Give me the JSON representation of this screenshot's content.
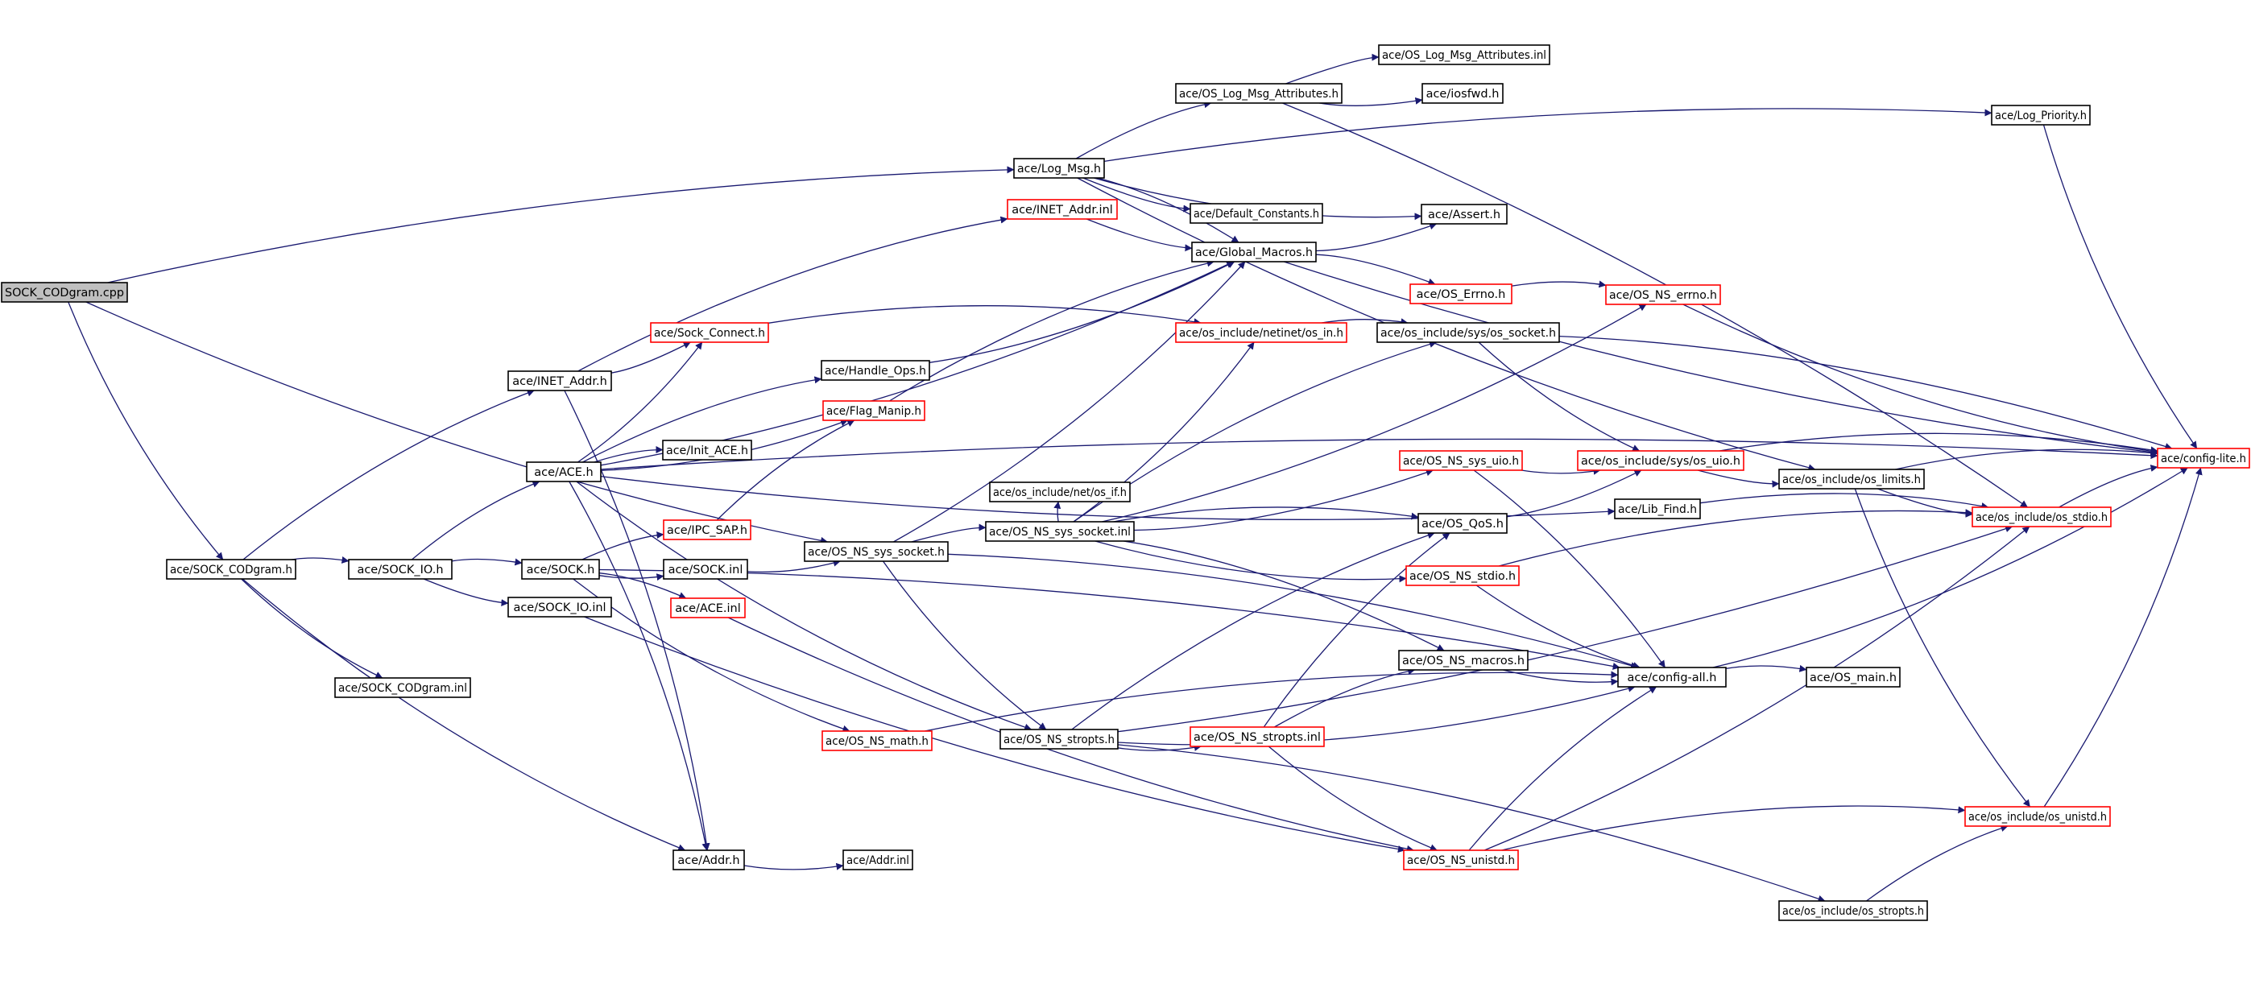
{
  "diagram": {
    "title": "",
    "colors": {
      "edge": "#191970",
      "node_border_black": "#000000",
      "node_border_red": "#ff0000",
      "root_fill": "#bfbfbf",
      "node_fill": "#ffffff",
      "text": "#000000"
    },
    "nodes": [
      {
        "id": "root",
        "label": "SOCK_CODgram.cpp",
        "border": "black",
        "root": true
      },
      {
        "id": "sock_codgram_h",
        "label": "ace/SOCK_CODgram.h",
        "border": "black"
      },
      {
        "id": "sock_codgram_inl",
        "label": "ace/SOCK_CODgram.inl",
        "border": "black"
      },
      {
        "id": "sock_io_h",
        "label": "ace/SOCK_IO.h",
        "border": "black"
      },
      {
        "id": "sock_io_inl",
        "label": "ace/SOCK_IO.inl",
        "border": "black"
      },
      {
        "id": "sock_h",
        "label": "ace/SOCK.h",
        "border": "black"
      },
      {
        "id": "sock_inl",
        "label": "ace/SOCK.inl",
        "border": "black"
      },
      {
        "id": "ace_h",
        "label": "ace/ACE.h",
        "border": "black"
      },
      {
        "id": "ace_inl",
        "label": "ace/ACE.inl",
        "border": "red"
      },
      {
        "id": "inet_addr_h",
        "label": "ace/INET_Addr.h",
        "border": "black"
      },
      {
        "id": "inet_addr_inl",
        "label": "ace/INET_Addr.inl",
        "border": "red"
      },
      {
        "id": "sock_connect_h",
        "label": "ace/Sock_Connect.h",
        "border": "red"
      },
      {
        "id": "handle_ops_h",
        "label": "ace/Handle_Ops.h",
        "border": "black"
      },
      {
        "id": "flag_manip_h",
        "label": "ace/Flag_Manip.h",
        "border": "red"
      },
      {
        "id": "init_ace_h",
        "label": "ace/Init_ACE.h",
        "border": "black"
      },
      {
        "id": "ipc_sap_h",
        "label": "ace/IPC_SAP.h",
        "border": "red"
      },
      {
        "id": "os_ns_sys_socket_h",
        "label": "ace/OS_NS_sys_socket.h",
        "border": "black"
      },
      {
        "id": "os_ns_sys_socket_inl",
        "label": "ace/OS_NS_sys_socket.inl",
        "border": "black"
      },
      {
        "id": "os_if_h",
        "label": "ace/os_include/net/os_if.h",
        "border": "black"
      },
      {
        "id": "os_ns_math_h",
        "label": "ace/OS_NS_math.h",
        "border": "red"
      },
      {
        "id": "os_ns_stropts_h",
        "label": "ace/OS_NS_stropts.h",
        "border": "black"
      },
      {
        "id": "os_ns_stropts_inl",
        "label": "ace/OS_NS_stropts.inl",
        "border": "red"
      },
      {
        "id": "addr_h",
        "label": "ace/Addr.h",
        "border": "black"
      },
      {
        "id": "addr_inl",
        "label": "ace/Addr.inl",
        "border": "black"
      },
      {
        "id": "log_msg_h",
        "label": "ace/Log_Msg.h",
        "border": "black"
      },
      {
        "id": "os_log_msg_attr_h",
        "label": "ace/OS_Log_Msg_Attributes.h",
        "border": "black"
      },
      {
        "id": "os_log_msg_attr_inl",
        "label": "ace/OS_Log_Msg_Attributes.inl",
        "border": "black"
      },
      {
        "id": "iosfwd_h",
        "label": "ace/iosfwd.h",
        "border": "black"
      },
      {
        "id": "default_constants_h",
        "label": "ace/Default_Constants.h",
        "border": "black"
      },
      {
        "id": "global_macros_h",
        "label": "ace/Global_Macros.h",
        "border": "black"
      },
      {
        "id": "assert_h",
        "label": "ace/Assert.h",
        "border": "black"
      },
      {
        "id": "os_errno_h",
        "label": "ace/OS_Errno.h",
        "border": "red"
      },
      {
        "id": "os_ns_errno_h",
        "label": "ace/OS_NS_errno.h",
        "border": "red"
      },
      {
        "id": "os_in_h",
        "label": "ace/os_include/netinet/os_in.h",
        "border": "red"
      },
      {
        "id": "os_socket_h",
        "label": "ace/os_include/sys/os_socket.h",
        "border": "black"
      },
      {
        "id": "os_ns_sys_uio_h",
        "label": "ace/OS_NS_sys_uio.h",
        "border": "red"
      },
      {
        "id": "os_uio_h",
        "label": "ace/os_include/sys/os_uio.h",
        "border": "red"
      },
      {
        "id": "os_limits_h",
        "label": "ace/os_include/os_limits.h",
        "border": "black"
      },
      {
        "id": "lib_find_h",
        "label": "ace/Lib_Find.h",
        "border": "black"
      },
      {
        "id": "os_qos_h",
        "label": "ace/OS_QoS.h",
        "border": "black"
      },
      {
        "id": "os_ns_stdio_h",
        "label": "ace/OS_NS_stdio.h",
        "border": "red"
      },
      {
        "id": "os_stdio_h",
        "label": "ace/os_include/os_stdio.h",
        "border": "red"
      },
      {
        "id": "os_ns_macros_h",
        "label": "ace/OS_NS_macros.h",
        "border": "black"
      },
      {
        "id": "config_all_h",
        "label": "ace/config-all.h",
        "border": "black"
      },
      {
        "id": "os_main_h",
        "label": "ace/OS_main.h",
        "border": "black"
      },
      {
        "id": "os_ns_unistd_h",
        "label": "ace/OS_NS_unistd.h",
        "border": "red"
      },
      {
        "id": "os_unistd_h",
        "label": "ace/os_include/os_unistd.h",
        "border": "red"
      },
      {
        "id": "os_stropts_h",
        "label": "ace/os_include/os_stropts.h",
        "border": "black"
      },
      {
        "id": "log_priority_h",
        "label": "ace/Log_Priority.h",
        "border": "black"
      },
      {
        "id": "config_lite_h",
        "label": "ace/config-lite.h",
        "border": "red"
      }
    ],
    "edges": [
      [
        "root",
        "sock_codgram_h"
      ],
      [
        "root",
        "log_msg_h"
      ],
      [
        "root",
        "os_ns_sys_socket_h"
      ],
      [
        "sock_codgram_h",
        "sock_io_h"
      ],
      [
        "sock_codgram_h",
        "sock_codgram_inl"
      ],
      [
        "sock_codgram_h",
        "inet_addr_h"
      ],
      [
        "sock_codgram_h",
        "addr_h"
      ],
      [
        "sock_io_h",
        "sock_h"
      ],
      [
        "sock_io_h",
        "sock_io_inl"
      ],
      [
        "sock_io_h",
        "ace_h"
      ],
      [
        "sock_io_inl",
        "os_ns_unistd_h"
      ],
      [
        "sock_h",
        "ipc_sap_h"
      ],
      [
        "sock_h",
        "sock_inl"
      ],
      [
        "sock_h",
        "ace_inl"
      ],
      [
        "sock_h",
        "os_ns_math_h"
      ],
      [
        "sock_h",
        "config_all_h"
      ],
      [
        "sock_inl",
        "os_ns_sys_socket_h"
      ],
      [
        "ipc_sap_h",
        "flag_manip_h"
      ],
      [
        "ace_h",
        "sock_connect_h"
      ],
      [
        "ace_h",
        "handle_ops_h"
      ],
      [
        "ace_h",
        "flag_manip_h"
      ],
      [
        "ace_h",
        "init_ace_h"
      ],
      [
        "ace_h",
        "lib_find_h"
      ],
      [
        "ace_h",
        "addr_h"
      ],
      [
        "ace_h",
        "os_ns_stropts_h"
      ],
      [
        "ace_h",
        "config_lite_h"
      ],
      [
        "ace_h",
        "global_macros_h"
      ],
      [
        "inet_addr_h",
        "inet_addr_inl"
      ],
      [
        "inet_addr_h",
        "sock_connect_h"
      ],
      [
        "inet_addr_h",
        "addr_h"
      ],
      [
        "inet_addr_inl",
        "global_macros_h"
      ],
      [
        "sock_connect_h",
        "os_in_h"
      ],
      [
        "handle_ops_h",
        "global_macros_h"
      ],
      [
        "flag_manip_h",
        "global_macros_h"
      ],
      [
        "ace_inl",
        "os_ns_unistd_h"
      ],
      [
        "os_ns_sys_socket_h",
        "os_ns_sys_socket_inl"
      ],
      [
        "os_ns_sys_socket_h",
        "os_ns_stropts_h"
      ],
      [
        "os_ns_sys_socket_h",
        "config_all_h"
      ],
      [
        "os_ns_sys_socket_h",
        "global_macros_h"
      ],
      [
        "os_ns_sys_socket_inl",
        "os_if_h"
      ],
      [
        "os_ns_sys_socket_inl",
        "os_ns_sys_uio_h"
      ],
      [
        "os_ns_sys_socket_inl",
        "os_qos_h"
      ],
      [
        "os_ns_sys_socket_inl",
        "os_ns_stdio_h"
      ],
      [
        "os_ns_sys_socket_inl",
        "os_ns_macros_h"
      ],
      [
        "os_ns_sys_socket_inl",
        "os_in_h"
      ],
      [
        "os_ns_sys_socket_inl",
        "os_socket_h"
      ],
      [
        "os_ns_sys_socket_inl",
        "os_ns_errno_h"
      ],
      [
        "os_ns_math_h",
        "config_all_h"
      ],
      [
        "os_ns_stropts_h",
        "os_ns_stropts_inl"
      ],
      [
        "os_ns_stropts_h",
        "os_qos_h"
      ],
      [
        "os_ns_stropts_h",
        "os_stdio_h"
      ],
      [
        "os_ns_stropts_h",
        "os_stropts_h"
      ],
      [
        "os_ns_stropts_h",
        "config_all_h"
      ],
      [
        "os_ns_stropts_inl",
        "os_ns_macros_h"
      ],
      [
        "os_ns_stropts_inl",
        "os_ns_unistd_h"
      ],
      [
        "os_ns_stropts_inl",
        "os_qos_h"
      ],
      [
        "addr_h",
        "addr_inl"
      ],
      [
        "log_msg_h",
        "os_log_msg_attr_h"
      ],
      [
        "log_msg_h",
        "default_constants_h"
      ],
      [
        "log_msg_h",
        "global_macros_h"
      ],
      [
        "log_msg_h",
        "assert_h"
      ],
      [
        "log_msg_h",
        "log_priority_h"
      ],
      [
        "log_msg_h",
        "os_limits_h"
      ],
      [
        "os_log_msg_attr_h",
        "os_log_msg_attr_inl"
      ],
      [
        "os_log_msg_attr_h",
        "iosfwd_h"
      ],
      [
        "os_log_msg_attr_h",
        "os_stdio_h"
      ],
      [
        "global_macros_h",
        "assert_h"
      ],
      [
        "global_macros_h",
        "os_errno_h"
      ],
      [
        "global_macros_h",
        "config_lite_h"
      ],
      [
        "os_errno_h",
        "os_ns_errno_h"
      ],
      [
        "os_ns_errno_h",
        "config_lite_h"
      ],
      [
        "os_in_h",
        "os_socket_h"
      ],
      [
        "os_socket_h",
        "os_uio_h"
      ],
      [
        "os_socket_h",
        "config_lite_h"
      ],
      [
        "os_ns_sys_uio_h",
        "os_uio_h"
      ],
      [
        "os_ns_sys_uio_h",
        "config_all_h"
      ],
      [
        "os_uio_h",
        "os_limits_h"
      ],
      [
        "os_uio_h",
        "config_lite_h"
      ],
      [
        "os_limits_h",
        "os_stdio_h"
      ],
      [
        "os_limits_h",
        "config_lite_h"
      ],
      [
        "os_limits_h",
        "os_unistd_h"
      ],
      [
        "lib_find_h",
        "os_stdio_h"
      ],
      [
        "os_qos_h",
        "os_uio_h"
      ],
      [
        "os_ns_stdio_h",
        "os_stdio_h"
      ],
      [
        "os_ns_stdio_h",
        "config_all_h"
      ],
      [
        "os_stdio_h",
        "config_lite_h"
      ],
      [
        "os_ns_macros_h",
        "config_all_h"
      ],
      [
        "config_all_h",
        "os_main_h"
      ],
      [
        "config_all_h",
        "config_lite_h"
      ],
      [
        "os_ns_unistd_h",
        "os_unistd_h"
      ],
      [
        "os_ns_unistd_h",
        "os_stdio_h"
      ],
      [
        "os_ns_unistd_h",
        "config_all_h"
      ],
      [
        "os_unistd_h",
        "config_lite_h"
      ],
      [
        "os_stropts_h",
        "os_unistd_h"
      ],
      [
        "log_priority_h",
        "config_lite_h"
      ]
    ]
  }
}
